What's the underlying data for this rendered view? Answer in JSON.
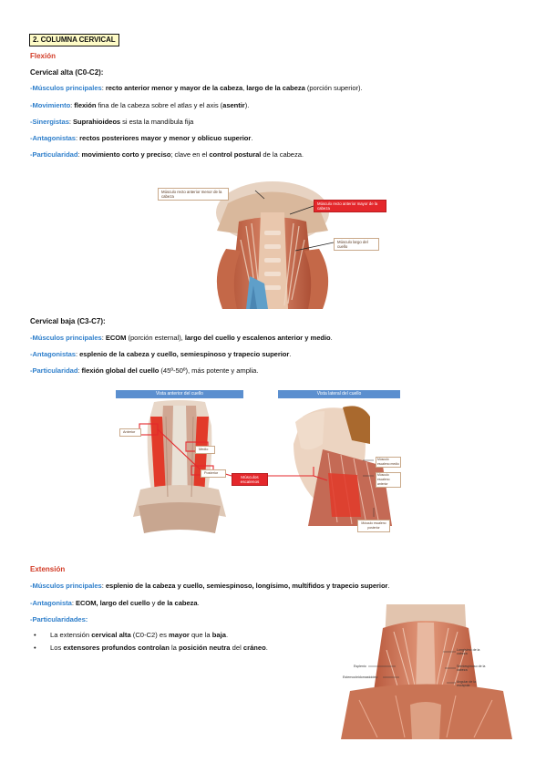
{
  "heading": "2. COLUMNA CERVICAL",
  "flexion": {
    "title": "Flexión",
    "alta": {
      "subtitle": "Cervical alta (C0-C2):",
      "l1": {
        "label": "-Músculos principales",
        "a": ": ",
        "b1": "recto anterior menor y mayor de la cabeza",
        "c": ", ",
        "b2": "largo de la cabeza",
        "d": " (porción superior)."
      },
      "l2": {
        "label": "-Movimiento",
        "a": ": ",
        "b1": "flexión",
        "c": " fina de la cabeza sobre el atlas y el axis (",
        "b2": "asentir",
        "d": ")."
      },
      "l3": {
        "label": "-Sinergistas",
        "a": ": ",
        "b1": "Suprahioideos",
        "c": " si esta la mandíbula fija"
      },
      "l4": {
        "label": "-Antagonistas",
        "a": ": ",
        "b1": "rectos posteriores mayor y menor y oblicuo superior",
        "c": "."
      },
      "l5": {
        "label": "-Particularidad",
        "a": ": ",
        "b1": "movimiento corto y preciso",
        "c": "; clave en el ",
        "b2": "control postural",
        "d": " de la cabeza."
      },
      "fig": {
        "c1": "Músculo recto anterior menor de la cabeza",
        "c2": "Músculo recto anterior mayor de la cabeza",
        "c3": "Músculo largo del cuello"
      }
    },
    "baja": {
      "subtitle": "Cervical baja (C3-C7):",
      "l1": {
        "label": "-Músculos principales",
        "a": ": ",
        "b1": "ECOM",
        "c": " (porción esternal), ",
        "b2": "largo del cuello y escalenos anterior y medio",
        "d": "."
      },
      "l2": {
        "label": "-Antagonistas",
        "a": ": ",
        "b1": "esplenio de la cabeza y cuello, semiespinoso y trapecio superior",
        "c": "."
      },
      "l3": {
        "label": "-Particularidad",
        "a": ": ",
        "b1": "flexión global del cuello",
        "c": " (45º-50º), más potente y amplia."
      },
      "fig": {
        "bar1": "Vista anterior del cuello",
        "bar2": "Vista lateral del cuello",
        "anterior": "Anterior",
        "medio": "Medio",
        "posterior": "Posterior",
        "musc": "Músculos escalenos",
        "medio2": "Músculo escaleno medio",
        "anterior2": "Músculo escaleno anterior",
        "posterior2": "Músculo escaleno posterior"
      }
    }
  },
  "extension": {
    "title": "Extensión",
    "l1": {
      "label": "-Músculos principales",
      "a": ": ",
      "b1": "esplenio de la cabeza y cuello, semiespinoso, longísimo, multífidos y trapecio superior",
      "c": "."
    },
    "l2": {
      "label": "-Antagonista",
      "a": ": ",
      "b1": "ECOM, largo del cuello",
      "c": " y ",
      "b2": "de la cabeza",
      "d": "."
    },
    "l3": {
      "label": "-Particularidades",
      "a": ":"
    },
    "bullets": [
      {
        "a": "La extensión ",
        "b1": "cervical alta",
        "c": " (C0-C2) es ",
        "b2": "mayor",
        "d": " que la ",
        "b3": "baja",
        "e": "."
      },
      {
        "a": "Los ",
        "b1": "extensores profundos",
        "c": " ",
        "b2": "controlan",
        "d": " la ",
        "b3": "posición neutra",
        "e": " del ",
        "b4": "cráneo",
        "f": "."
      }
    ],
    "fig": {
      "esplenio": "Esplenio",
      "ecm": "Esternocleidomastoideo",
      "longisimo": "Longísimo de la cabeza",
      "semiespinoso": "Semiespinoso de la cabeza",
      "angular": "Angular de la escápula"
    }
  }
}
